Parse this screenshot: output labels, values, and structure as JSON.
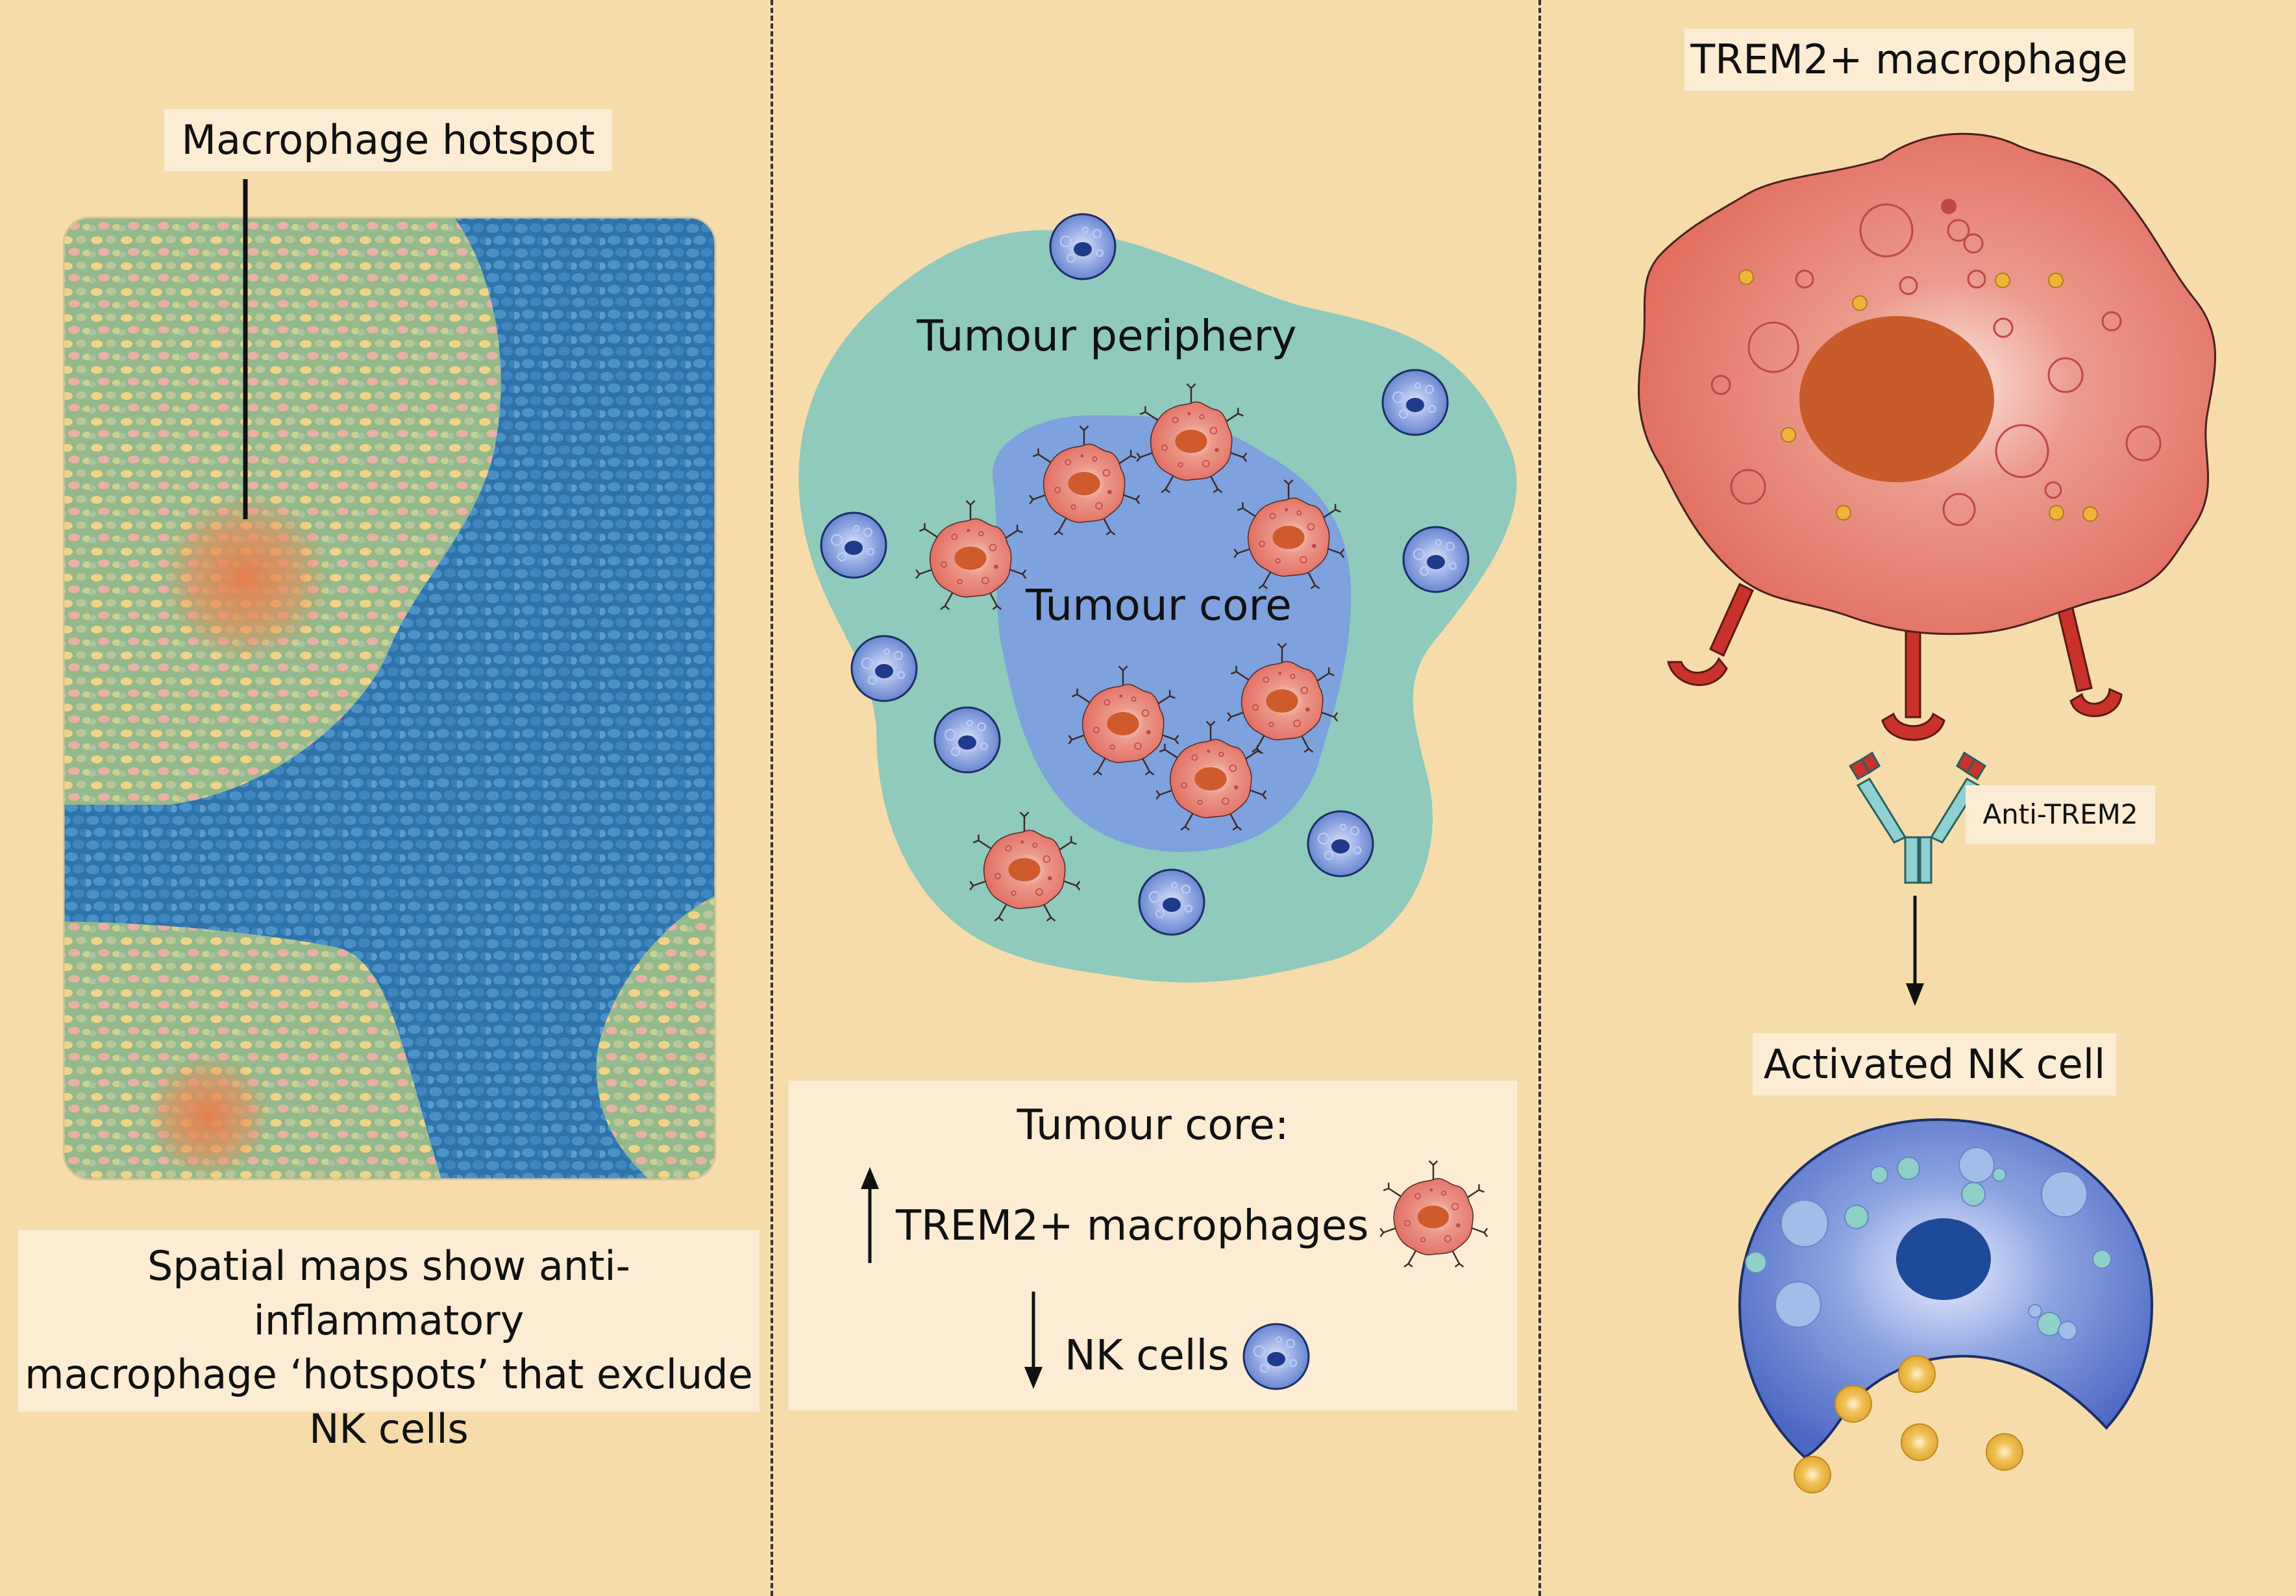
{
  "left_panel": {
    "hotspot_label": "Macrophage hotspot",
    "caption_lines": [
      "Spatial maps show anti-inflammatory",
      "macrophage ‘hotspots’ that exclude",
      "NK cells"
    ]
  },
  "middle_panel": {
    "periphery_label": "Tumour periphery",
    "core_label": "Tumour core",
    "legend": {
      "title": "Tumour core:",
      "up_item": "TREM2+ macrophages",
      "down_item": "NK cells"
    }
  },
  "right_panel": {
    "macrophage_label": "TREM2+ macrophage",
    "antibody_label": "Anti-TREM2",
    "nk_label": "Activated NK cell"
  },
  "colors": {
    "background": "#f6dcab",
    "label_box": "#fbecd3",
    "macrophage": "#e2786a",
    "macrophage_nucleus": "#c95a2a",
    "nk_cell": "#6a86cf",
    "nk_nucleus": "#1f3f9a",
    "periphery": "#8fcabc",
    "core": "#7b9edc",
    "spatial_blue": "#3e86be",
    "spatial_green": "#8db48a",
    "granule": "#e8b33a"
  },
  "icons": [
    "macrophage-cell-icon",
    "nk-cell-icon",
    "antibody-icon",
    "up-arrow-icon",
    "down-arrow-icon"
  ]
}
